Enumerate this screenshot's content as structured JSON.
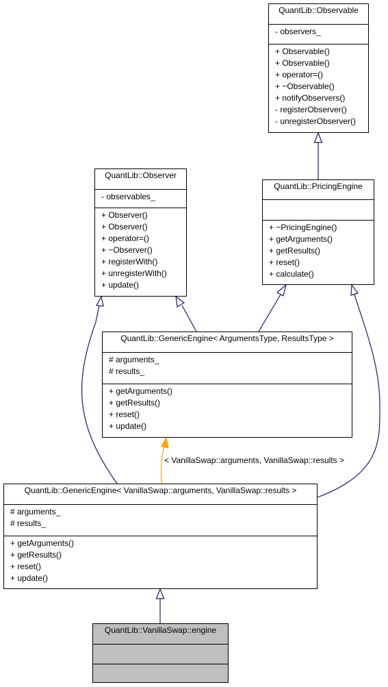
{
  "classes": {
    "observable": {
      "title": "QuantLib::Observable",
      "attributes": [
        "- observers_"
      ],
      "methods": [
        "+ Observable()",
        "+ Observable()",
        "+ operator=()",
        "+ ~Observable()",
        "+ notifyObservers()",
        "- registerObserver()",
        "- unregisterObserver()"
      ]
    },
    "observer": {
      "title": "QuantLib::Observer",
      "attributes": [
        "- observables_"
      ],
      "methods": [
        "+ Observer()",
        "+ Observer()",
        "+ operator=()",
        "+ ~Observer()",
        "+ registerWith()",
        "+ unregisterWith()",
        "+ update()"
      ]
    },
    "pricing_engine": {
      "title": "QuantLib::PricingEngine",
      "attributes": [],
      "methods": [
        "+ ~PricingEngine()",
        "+ getArguments()",
        "+ getResults()",
        "+ reset()",
        "+ calculate()"
      ]
    },
    "generic_engine_template": {
      "title": "QuantLib::GenericEngine< ArgumentsType, ResultsType >",
      "attributes": [
        "# arguments_",
        "# results_"
      ],
      "methods": [
        "+ getArguments()",
        "+ getResults()",
        "+ reset()",
        "+ update()"
      ]
    },
    "generic_engine_vanilla": {
      "title": "QuantLib::GenericEngine< VanillaSwap::arguments, VanillaSwap::results >",
      "attributes": [
        "# arguments_",
        "# results_"
      ],
      "methods": [
        "+ getArguments()",
        "+ getResults()",
        "+ reset()",
        "+ update()"
      ]
    },
    "vanilla_swap_engine": {
      "title": "QuantLib::VanillaSwap::engine",
      "attributes": [],
      "methods": []
    }
  },
  "template_binding_label": "< VanillaSwap::arguments, VanillaSwap::results >",
  "colors": {
    "inheritance": "#191970",
    "template": "#ffa500",
    "highlight_fill": "#bfbfbf"
  }
}
